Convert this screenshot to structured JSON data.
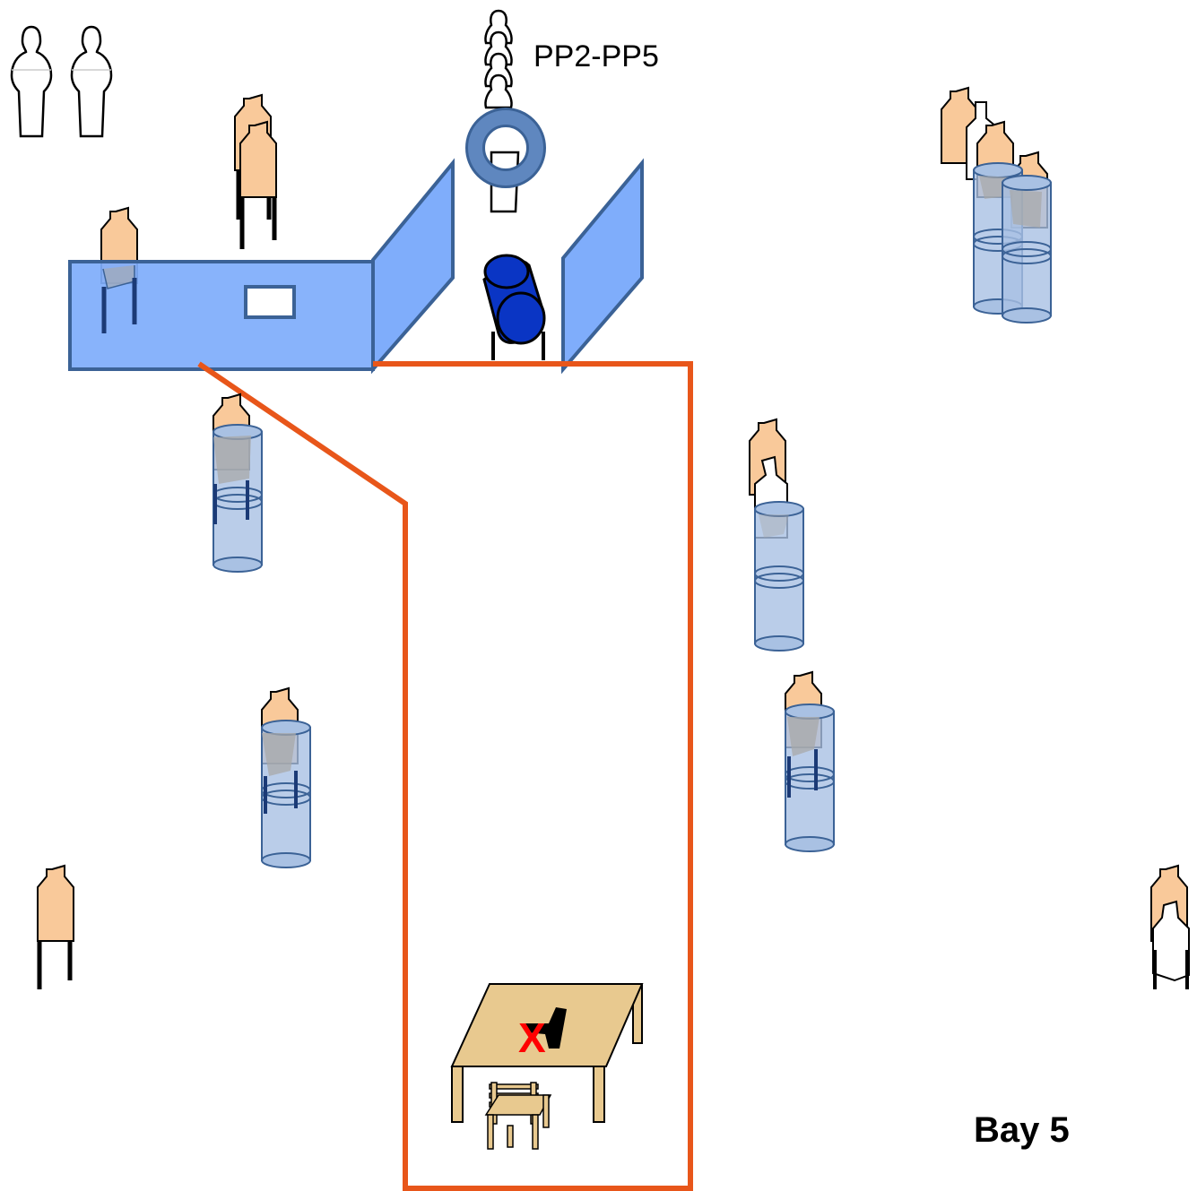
{
  "labels": {
    "popper_group": "PP2-PP5",
    "bay": "Bay 5",
    "start_mark": "X"
  },
  "colors": {
    "target_tan": "#f9c99a",
    "no_shoot_white": "#ffffff",
    "barrel_blue": "#a9c1e3",
    "wall_blue": "#7fadfb",
    "wall_border": "#3b6296",
    "fault_line": "#e8561a",
    "table_top": "#e8c98f",
    "steel_barrel": "#0a35c4",
    "port_ring": "#5f87bf",
    "hard_cover_gray": "#a8a8a8"
  },
  "icons": [
    "no-shoot-target-icon",
    "paper-target-icon",
    "barrel-icon",
    "wall-icon",
    "window-port-icon",
    "table-icon",
    "chair-icon",
    "pistol-icon",
    "popper-icon"
  ]
}
